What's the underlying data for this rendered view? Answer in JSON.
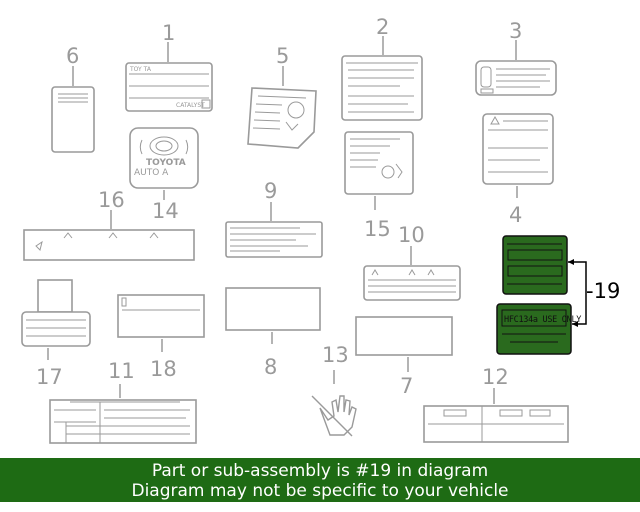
{
  "callouts": {
    "c1": "1",
    "c2": "2",
    "c3": "3",
    "c4": "4",
    "c5": "5",
    "c6": "6",
    "c7": "7",
    "c8": "8",
    "c9": "9",
    "c10": "10",
    "c11": "11",
    "c12": "12",
    "c13": "13",
    "c14": "14",
    "c15": "15",
    "c16": "16",
    "c17": "17",
    "c18": "18",
    "c19": "-19"
  },
  "label_text": {
    "emission_top": "TOY TA",
    "emission_bottom": "CATALYST",
    "emblem_brand": "TOYOTA",
    "emblem_sub": "AUTO A",
    "ac_refrigerant": "HFC134a USE ONLY"
  },
  "banner": {
    "line1": "Part or sub-assembly is #19 in diagram",
    "line2": "Diagram may not be specific to your vehicle"
  },
  "colors": {
    "highlight_part": "#2a6a1e",
    "banner_bg": "#1e6b14",
    "banner_text": "#ffffff",
    "line_art": "#9a9a9a"
  }
}
